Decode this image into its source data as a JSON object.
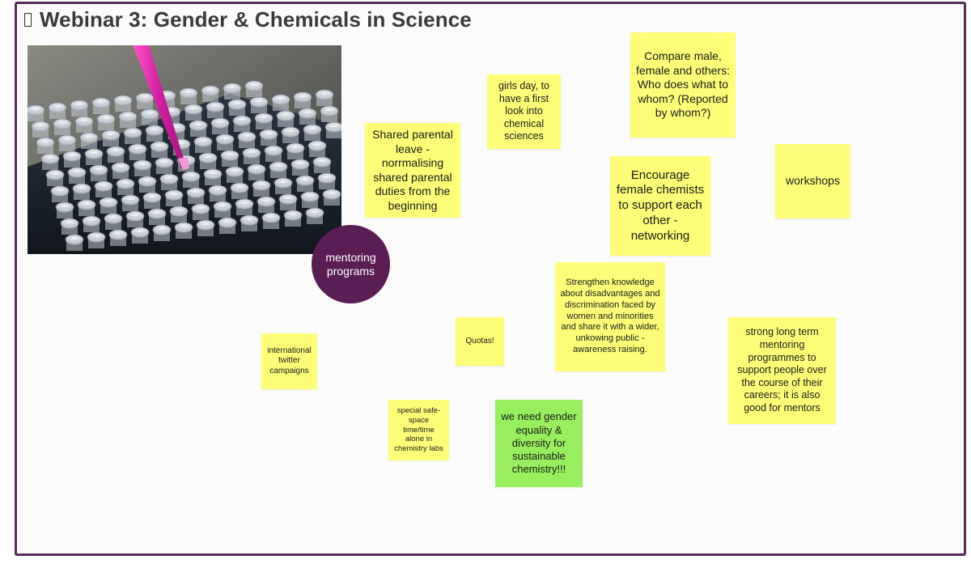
{
  "board": {
    "title": "Webinar 3: Gender & Chemicals in Science",
    "title_icon": "document-icon",
    "accent_color": "#5b2a5e"
  },
  "image": {
    "subject": "pipette dispensing pink liquid into tray of test tubes"
  },
  "circle": {
    "label": "mentoring programs",
    "color": "#5a1d54"
  },
  "stickies": {
    "parental": "Shared parental leave - norrmalising shared parental duties from the beginning",
    "girls_day": "girls day, to have a first look into chemical sciences",
    "compare": "Compare male, female and others: Who does what to whom? (Reported by whom?)",
    "workshops": "workshops",
    "encourage": "Encourage female chemists to support each other - networking",
    "strengthen": "Strengthen knowledge about disadvantages and discrimination faced by women and minorities and share it with a wider, unkowing public - awareness raising.",
    "quotas": "Quotas!",
    "twitter": "international twitter campaigns",
    "long_term": "strong long term mentoring programmes to support people over the course of their careers; it is also good for mentors",
    "safe_space": "special safe-space time/time alone in chemistry labs",
    "gender_equality": "we need gender equality & diversity for sustainable chemistry!!!"
  },
  "colors": {
    "sticky_yellow": "#fdfd78",
    "sticky_green": "#98ee5d"
  }
}
